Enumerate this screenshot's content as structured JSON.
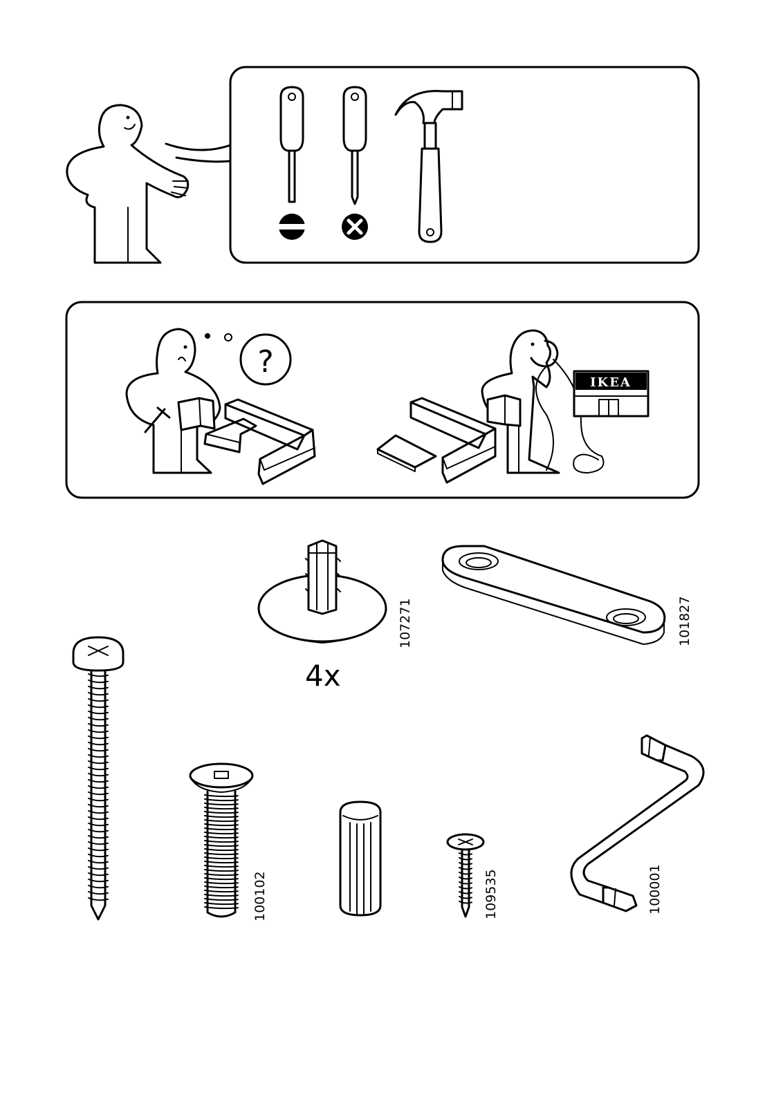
{
  "store_sign": "IKEA",
  "help_bubble_symbol": "?",
  "quantity_label": "4x",
  "parts": [
    {
      "id": "cam-dowel",
      "number": "107271"
    },
    {
      "id": "connector-plate",
      "number": "101827"
    },
    {
      "id": "bolt",
      "number": "100102"
    },
    {
      "id": "small-screw",
      "number": "109535"
    },
    {
      "id": "allen-key",
      "number": "100001"
    }
  ],
  "tools": [
    "flathead-screwdriver-icon",
    "phillips-screwdriver-icon",
    "hammer-icon"
  ]
}
